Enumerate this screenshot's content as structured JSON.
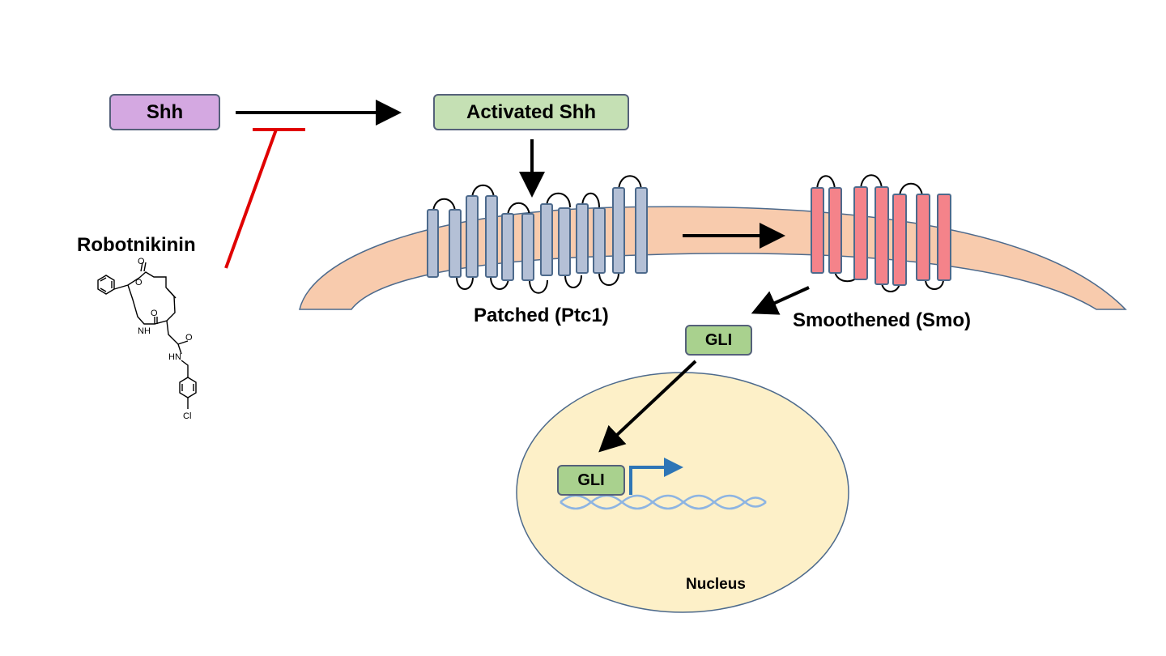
{
  "labels": {
    "shh": "Shh",
    "activated_shh": "Activated Shh",
    "robotnikinin": "Robotnikinin",
    "patched": "Patched (Ptc1)",
    "smoothened": "Smoothened (Smo)",
    "gli_cytoplasm": "GLI",
    "gli_nucleus": "GLI",
    "nucleus": "Nucleus"
  },
  "molecule_atoms": {
    "o_carbonyl_1": "O",
    "o_ring": "O",
    "o_carbonyl_2": "O",
    "o_carbonyl_3": "O",
    "nh_ring": "NH",
    "nh_amide": "HN",
    "cl": "Cl"
  },
  "colors": {
    "shh_fill": "#d4a8e1",
    "gli_fill": "#a9d18e",
    "activated_fill": "#c5e0b4",
    "membrane_fill": "#f8cbad",
    "ptc_fill": "#b4c0d6",
    "smo_fill": "#f4838a",
    "nucleus_fill": "#fdf0c8",
    "inhibition": "#e00000",
    "transcription": "#2e75b6",
    "dna": "#8db4e2"
  }
}
